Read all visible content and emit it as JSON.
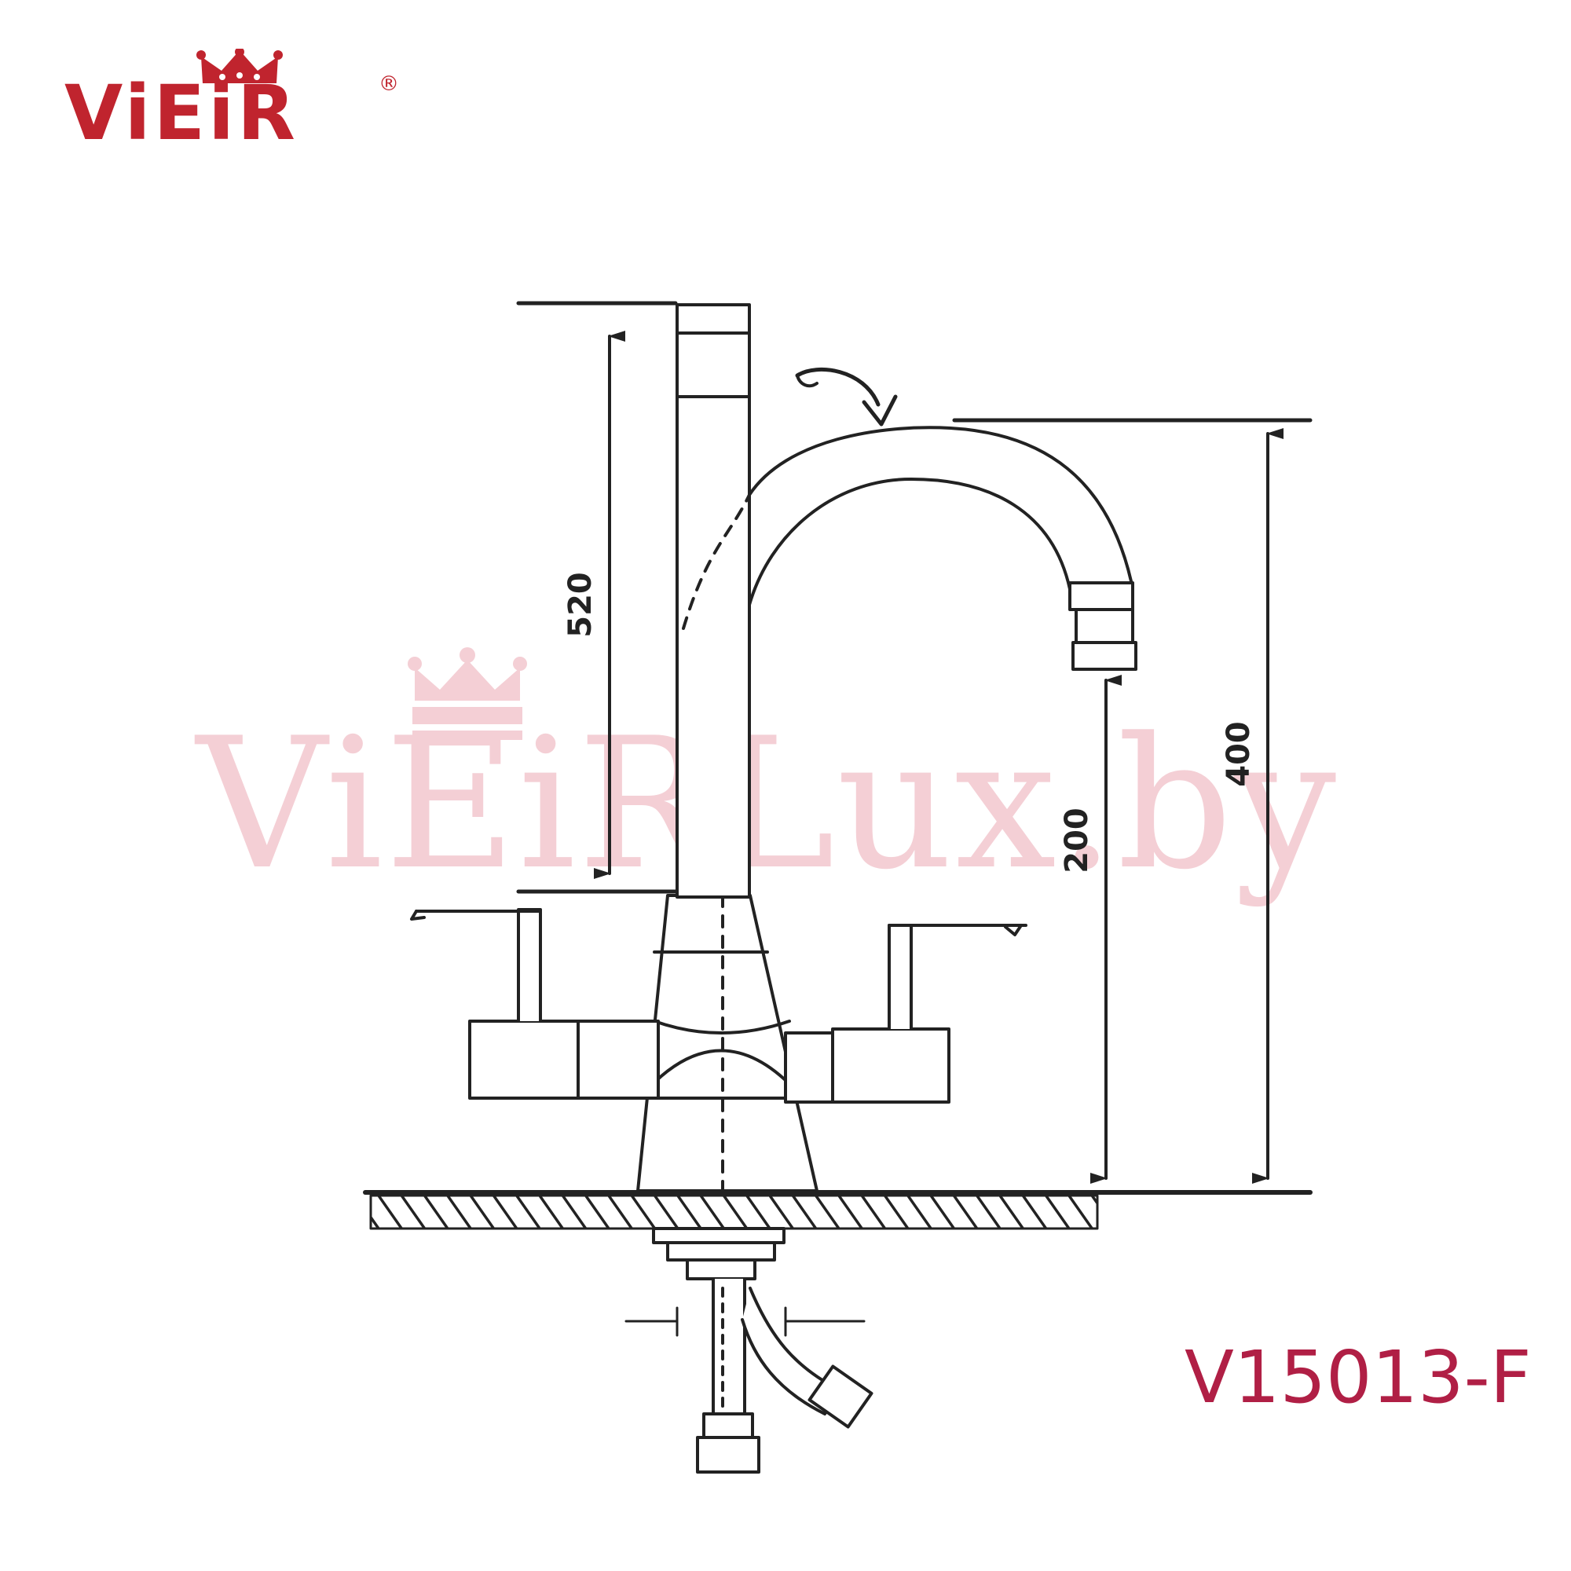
{
  "brand": {
    "logo_text": "ViEiR",
    "registered_mark": "®",
    "color": "#c0242e"
  },
  "watermark": {
    "text": "ViEiRLux.by",
    "color": "#f4cfd5"
  },
  "model": {
    "code": "V15013-F",
    "color": "#b01f45"
  },
  "dimensions": {
    "handle_height": "520",
    "spout_clearance": "200",
    "total_height": "400"
  },
  "icons": [
    "crown-icon",
    "rotation-arrow-icon"
  ]
}
